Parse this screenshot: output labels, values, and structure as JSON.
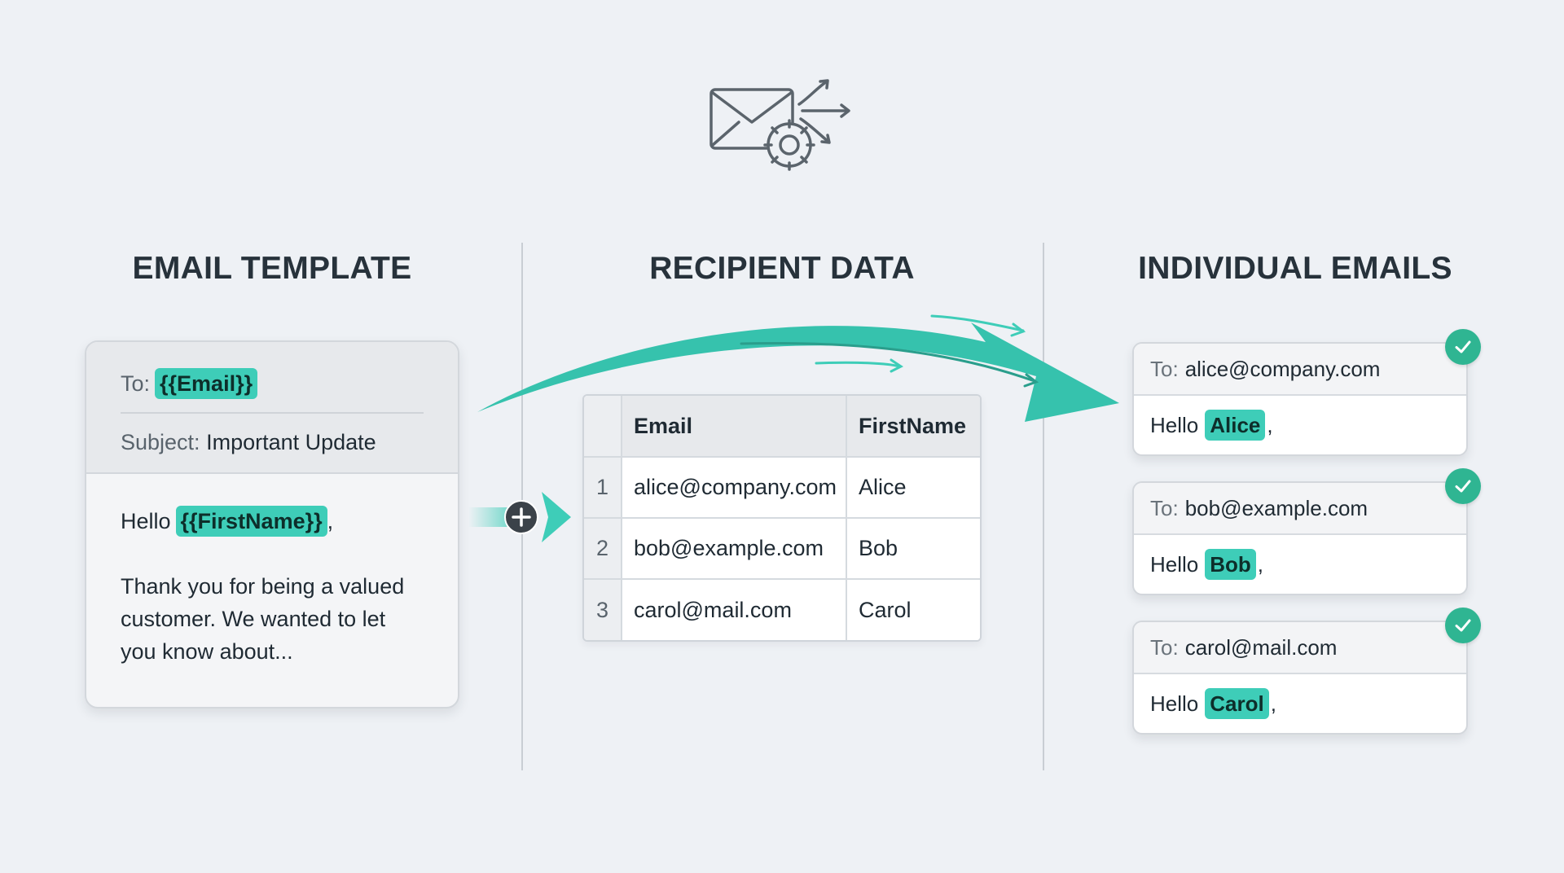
{
  "columns": {
    "template_title": "EMAIL TEMPLATE",
    "recipient_title": "RECIPIENT DATA",
    "individual_title": "INDIVIDUAL EMAILS"
  },
  "template": {
    "to_label": "To:",
    "to_tag": "{{Email}}",
    "subject_label": "Subject:",
    "subject_value": "Important Update",
    "hello": "Hello",
    "name_tag": "{{FirstName}}",
    "comma": ",",
    "body": "Thank you for being a valued customer. We wanted to let you know about..."
  },
  "table": {
    "headers": [
      "Email",
      "FirstName"
    ],
    "rows": [
      {
        "index": "1",
        "email": "alice@company.com",
        "first_name": "Alice"
      },
      {
        "index": "2",
        "email": "bob@example.com",
        "first_name": "Bob"
      },
      {
        "index": "3",
        "email": "carol@mail.com",
        "first_name": "Carol"
      }
    ]
  },
  "results": [
    {
      "to_label": "To:",
      "email": "alice@company.com",
      "hello": "Hello",
      "name": "Alice",
      "comma": ","
    },
    {
      "to_label": "To:",
      "email": "bob@example.com",
      "hello": "Hello",
      "name": "Bob",
      "comma": ","
    },
    {
      "to_label": "To:",
      "email": "carol@mail.com",
      "hello": "Hello",
      "name": "Carol",
      "comma": ","
    }
  ],
  "icons": {
    "hero": "email-gear-send-icon",
    "connector": "plus-icon",
    "status": "check-icon"
  },
  "colors": {
    "accent": "#3ecdb8",
    "check": "#2fb592",
    "background": "#eef1f5"
  }
}
